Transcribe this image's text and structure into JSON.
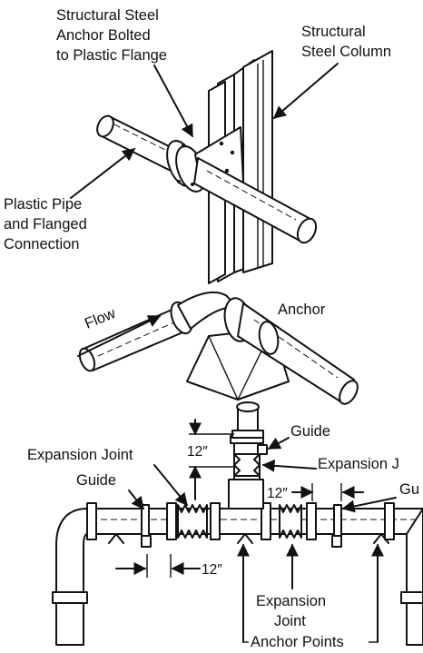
{
  "top": {
    "anchor_label": [
      "Structural Steel",
      "Anchor Bolted",
      "to Plastic Flange"
    ],
    "column_label": [
      "Structural",
      "Steel Column"
    ],
    "pipe_label": [
      "Plastic Pipe",
      "and Flanged",
      "Connection"
    ]
  },
  "middle": {
    "flow_label": "Flow",
    "anchor_label": "Anchor"
  },
  "bottom": {
    "guide_top": "Guide",
    "guide_left": "Guide",
    "guide_right": "Gu",
    "expansion_left": "Expansion Joint",
    "expansion_right": "Expansion J",
    "expansion_bottom": [
      "Expansion",
      "Joint"
    ],
    "anchor_points": "Anchor Points",
    "dim_vertical": "12″",
    "dim_horizontal_top": "12″",
    "dim_horizontal_bottom": "12″"
  }
}
